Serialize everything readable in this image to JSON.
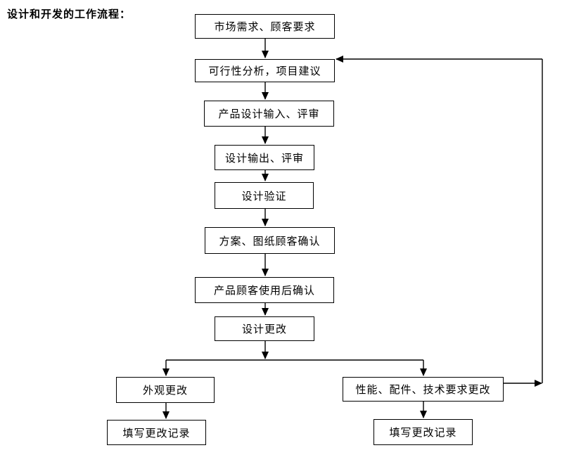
{
  "title": "设计和开发的工作流程：",
  "colors": {
    "background": "#ffffff",
    "line": "#000000",
    "box_border": "#000000",
    "text": "#000000"
  },
  "flowchart": {
    "nodes": [
      {
        "id": "market-demand",
        "label": "市场需求、顾客要求"
      },
      {
        "id": "feasibility-analysis",
        "label": "可行性分析，项目建议"
      },
      {
        "id": "design-input-review",
        "label": "产品设计输入、评审"
      },
      {
        "id": "design-output-review",
        "label": "设计输出、评审"
      },
      {
        "id": "design-verification",
        "label": "设计验证"
      },
      {
        "id": "drawing-customer-confirm",
        "label": "方案、图纸顾客确认"
      },
      {
        "id": "product-use-confirm",
        "label": "产品顾客使用后确认"
      },
      {
        "id": "design-change",
        "label": "设计更改"
      },
      {
        "id": "appearance-change",
        "label": "外观更改"
      },
      {
        "id": "tech-requirement-change",
        "label": "性能、配件、技术要求更改"
      },
      {
        "id": "fill-change-record-left",
        "label": "填写更改记录"
      },
      {
        "id": "fill-change-record-right",
        "label": "填写更改记录"
      }
    ],
    "edges": [
      {
        "from": "market-demand",
        "to": "feasibility-analysis"
      },
      {
        "from": "feasibility-analysis",
        "to": "design-input-review"
      },
      {
        "from": "design-input-review",
        "to": "design-output-review"
      },
      {
        "from": "design-output-review",
        "to": "design-verification"
      },
      {
        "from": "design-verification",
        "to": "drawing-customer-confirm"
      },
      {
        "from": "drawing-customer-confirm",
        "to": "product-use-confirm"
      },
      {
        "from": "product-use-confirm",
        "to": "design-change"
      },
      {
        "from": "design-change",
        "to": "appearance-change"
      },
      {
        "from": "design-change",
        "to": "tech-requirement-change"
      },
      {
        "from": "appearance-change",
        "to": "fill-change-record-left"
      },
      {
        "from": "tech-requirement-change",
        "to": "fill-change-record-right"
      },
      {
        "from": "tech-requirement-change",
        "to": "feasibility-analysis",
        "note": "feedback-loop"
      }
    ]
  }
}
